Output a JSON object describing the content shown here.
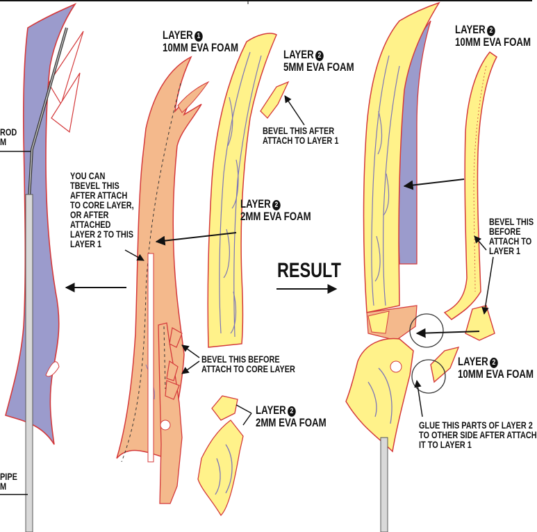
{
  "colors": {
    "core": "#9b9bcc",
    "core_outline": "#d4383a",
    "layer1": "#f4b98c",
    "layer2": "#fff28a",
    "pipe": "#d9d9d9",
    "outline": "#d4383a",
    "detail": "#7b74b8"
  },
  "labels": {
    "rod_partial": "ROD",
    "rod_unit": "M",
    "pipe_partial": "PIPE",
    "pipe_unit": "M",
    "layer1_10mm_title": "LAYER",
    "layer1_10mm_num": "1",
    "layer1_10mm_material": "10MM EVA FOAM",
    "layer2_5mm_title": "LAYER",
    "layer2_5mm_num": "2",
    "layer2_5mm_material": "5MM EVA FOAM",
    "bevel_after_line1": "BEVEL THIS AFTER",
    "bevel_after_line2": "ATTACH TO LAYER 1",
    "you_can_line1": "YOU CAN",
    "you_can_line2": "TBEVEL THIS",
    "you_can_line3": "AFTER ATTACH",
    "you_can_line4": "TO CORE LAYER,",
    "you_can_line5": "OR AFTER",
    "you_can_line6": "ATTACHED",
    "you_can_line7": "LAYER 2 TO THIS",
    "you_can_line8": "LAYER 1",
    "layer2_2mm_title": "LAYER",
    "layer2_2mm_num": "2",
    "layer2_2mm_material": "2MM EVA FOAM",
    "bevel_before_core_line1": "BEVEL THIS BEFORE",
    "bevel_before_core_line2": "ATTACH TO CORE LAYER",
    "layer2_2mm_b_title": "LAYER",
    "layer2_2mm_b_num": "2",
    "layer2_2mm_b_material": "2MM EVA FOAM",
    "result": "RESULT",
    "layer2_10mm_top_title": "LAYER",
    "layer2_10mm_top_num": "2",
    "layer2_10mm_top_material": "10MM EVA FOAM",
    "bevel_this_before_line1": "BEVEL THIS",
    "bevel_this_before_line2": "BEFORE",
    "bevel_this_before_line3": "ATTACH TO",
    "bevel_this_before_line4": "LAYER 1",
    "layer2_10mm_bot_title": "LAYER",
    "layer2_10mm_bot_num": "2",
    "layer2_10mm_bot_material": "10MM EVA FOAM",
    "glue_line1": "GLUE THIS PARTS OF LAYER 2",
    "glue_line2": "TO OTHER SIDE AFTER ATTACH",
    "glue_line3": "IT TO LAYER 1"
  }
}
